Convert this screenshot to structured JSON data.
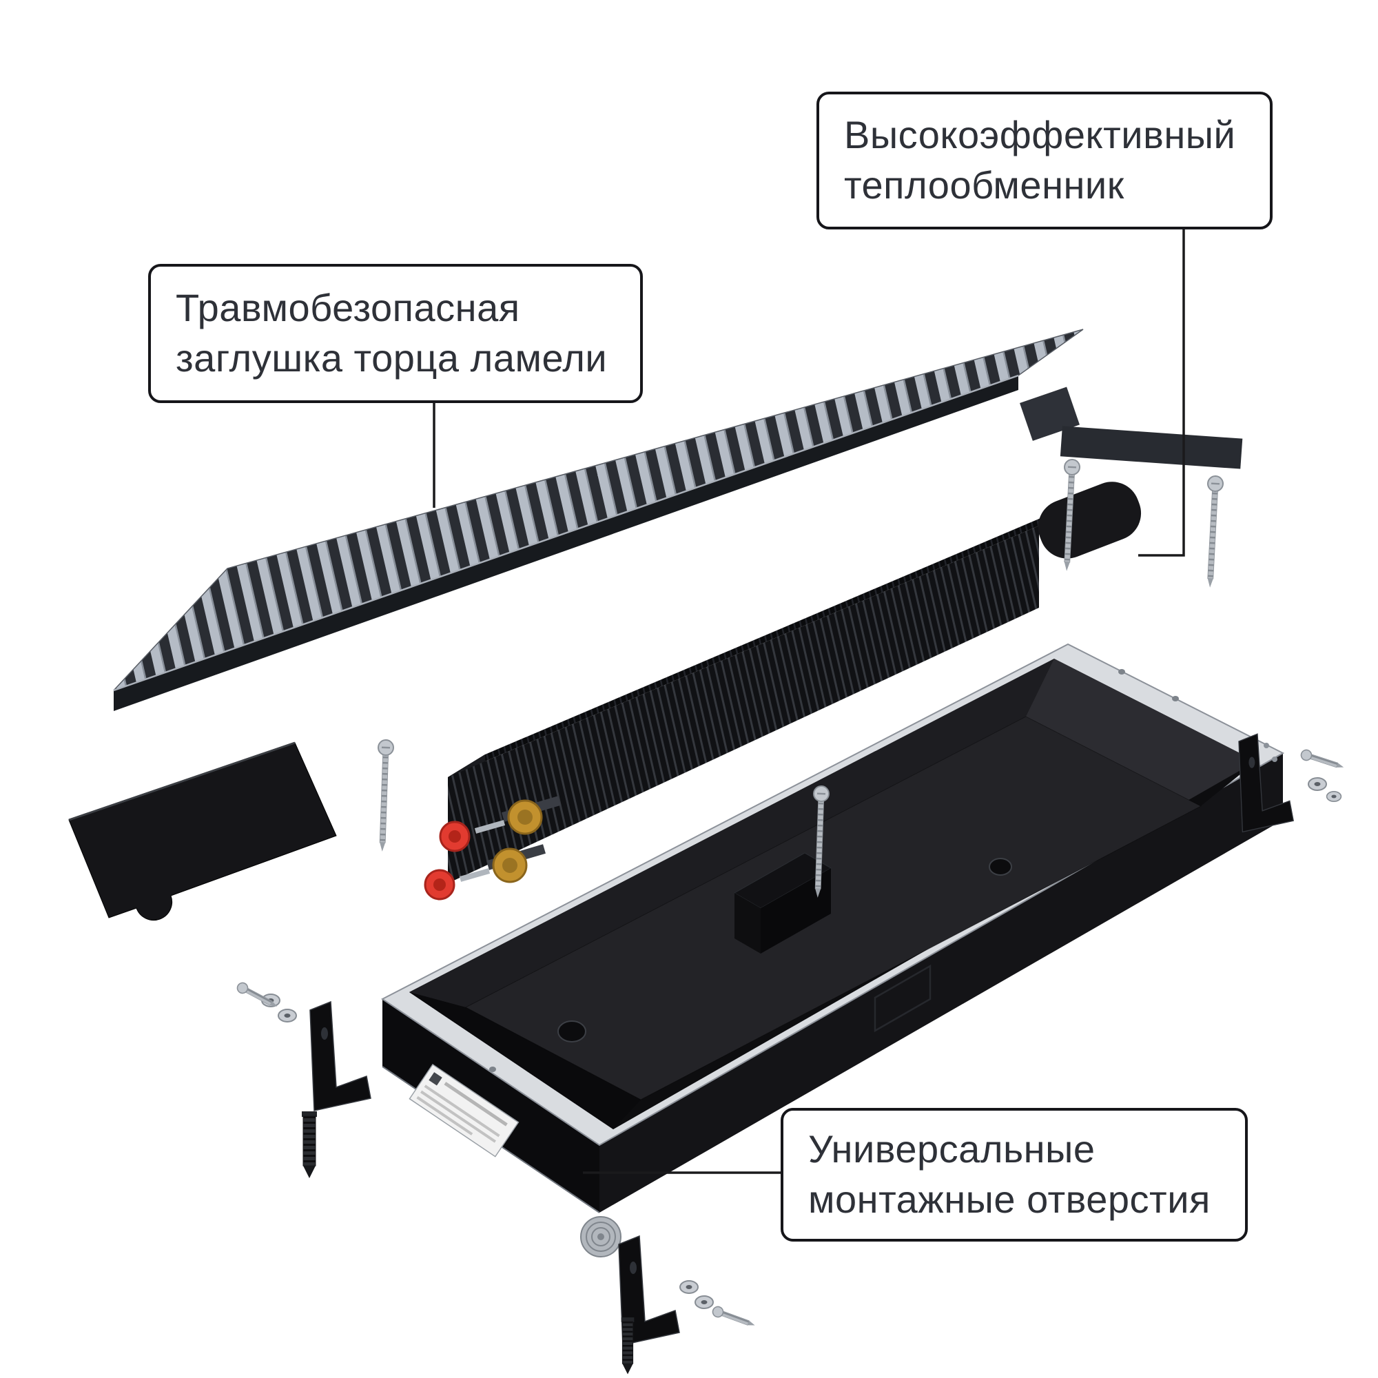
{
  "callouts": {
    "heat_exchanger": {
      "line1": "Высокоэффективный",
      "line2": "теплообменник"
    },
    "lamella_end_cap": {
      "line1": "Травмобезопасная",
      "line2": "заглушка торца ламели"
    },
    "mounting_holes": {
      "line1": "Универсальные",
      "line2": "монтажные отверстия"
    }
  },
  "colors": {
    "background": "#ffffff",
    "callout_border": "#16161a",
    "callout_text": "#2e3138",
    "leader_line": "#1a1a1c",
    "grille_slat_silver": "#b5bcc6",
    "grille_slat_dark": "#2a2d33",
    "body_black": "#101114",
    "casing_rim_silver": "#d9dce0",
    "brass_fitting": "#c2912e",
    "valve_cap_red": "#e23b30"
  }
}
